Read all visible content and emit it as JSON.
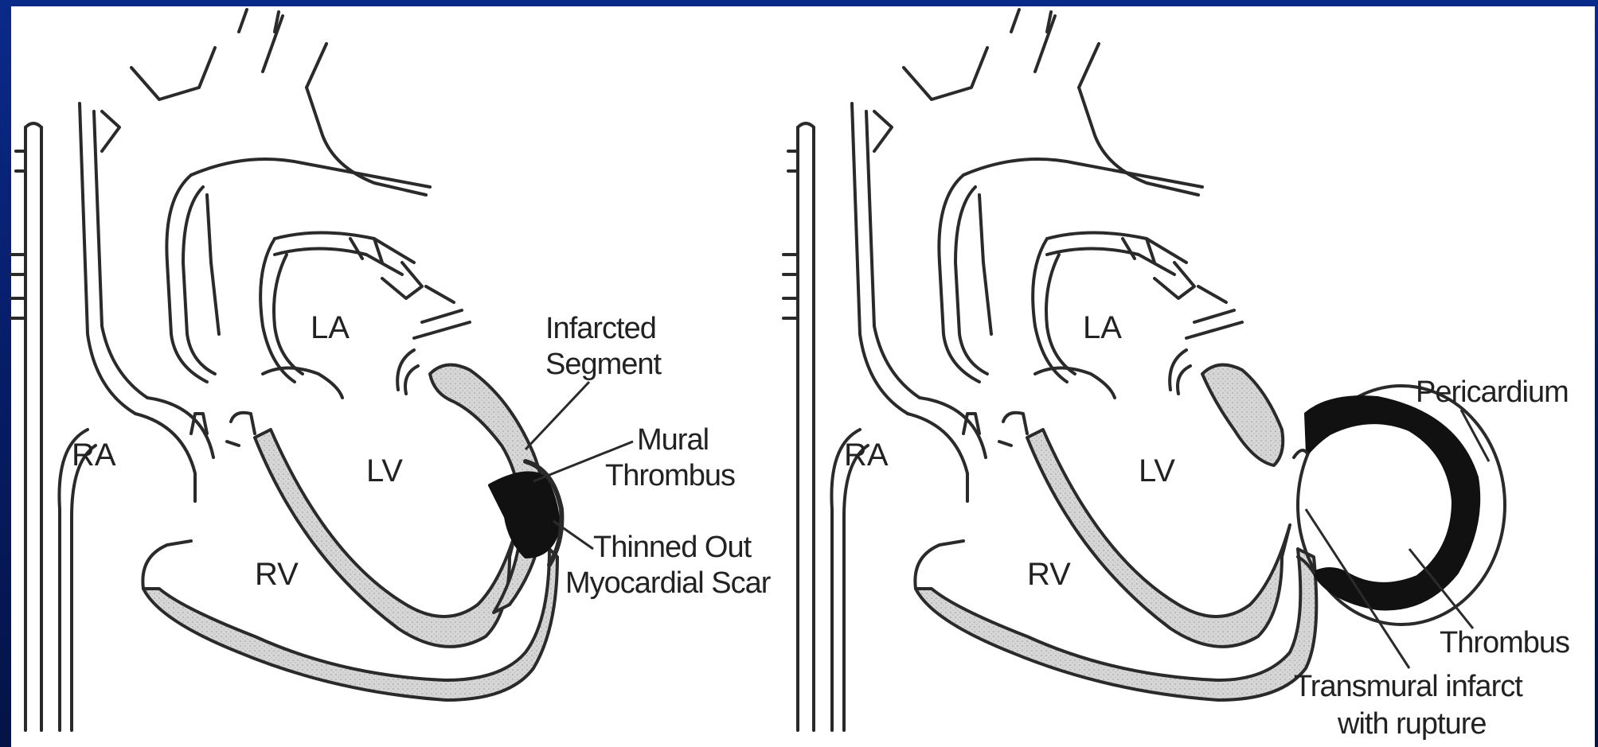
{
  "left_diagram": {
    "chambers": {
      "la": "LA",
      "ra": "RA",
      "lv": "LV",
      "rv": "RV"
    },
    "annotations": {
      "infarcted_segment_line1": "Infarcted",
      "infarcted_segment_line2": "Segment",
      "mural_thrombus_line1": "Mural",
      "mural_thrombus_line2": "Thrombus",
      "thinned_scar_line1": "Thinned Out",
      "thinned_scar_line2": "Myocardial Scar"
    }
  },
  "right_diagram": {
    "chambers": {
      "la": "LA",
      "ra": "RA",
      "lv": "LV",
      "rv": "RV"
    },
    "annotations": {
      "pericardium": "Pericardium",
      "thrombus": "Thrombus",
      "transmural_line1": "Transmural infarct",
      "transmural_line2": "with rupture"
    }
  },
  "colors": {
    "background_frame": "#071a5c",
    "panel": "#ffffff",
    "line": "#2a2a2a",
    "wall_fill": "#d4d4d4",
    "thrombus_fill": "#111111"
  }
}
